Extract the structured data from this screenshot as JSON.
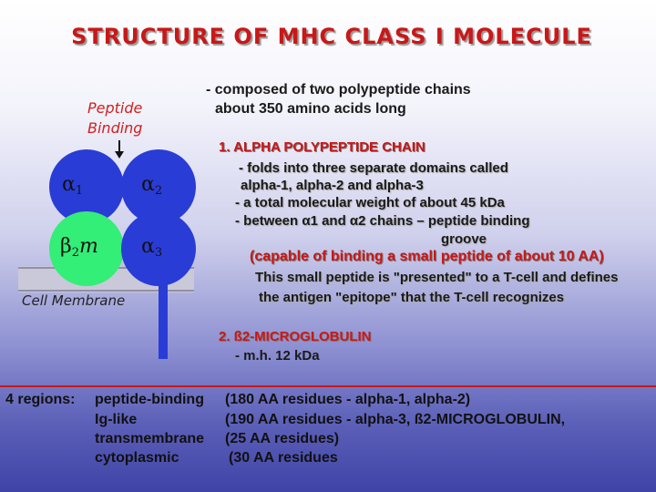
{
  "title": "STRUCTURE OF MHC CLASS I MOLECULE",
  "intro": {
    "line1": "- composed of two polypeptide chains",
    "line2": "about 350 amino acids long"
  },
  "diagram": {
    "peptide_label": "Peptide",
    "binding_label": "Binding",
    "arrow_glyph": "↓",
    "alpha1": {
      "symbol": "α",
      "sub": "1"
    },
    "alpha2": {
      "symbol": "α",
      "sub": "2"
    },
    "alpha3": {
      "symbol": "α",
      "sub": "3"
    },
    "b2m": {
      "symbol": "β",
      "sub": "2",
      "suffix": "m"
    },
    "cell_membrane": "Cell Membrane",
    "colors": {
      "alpha_domain": "#2a3cd6",
      "b2m_domain": "#33ee77",
      "membrane_band": "#c9c9d9",
      "membrane_line": "#9090a8"
    }
  },
  "section1": {
    "heading": "1. ALPHA POLYPEPTIDE CHAIN",
    "lines": [
      "- folds into three separate domains called",
      "alpha-1, alpha-2 and alpha-3",
      "- a total molecular weight of about 45 kDa",
      "- between α1 and α2 chains – peptide binding",
      "groove"
    ],
    "highlight": "(capable of binding a small peptide of about 10 AA)",
    "note_line1": "This small peptide is \"presented\" to a T-cell and defines",
    "note_line2": "the antigen \"epitope\" that the T-cell recognizes"
  },
  "section2": {
    "heading": "2. ß2-MICROGLOBULIN",
    "line": "- m.h. 12 kDa"
  },
  "regions": {
    "lead": "4 regions:",
    "rows": [
      {
        "name": "peptide-binding",
        "detail": "(180 AA residues - alpha-1, alpha-2)"
      },
      {
        "name": "Ig-like",
        "detail": "(190 AA residues - alpha-3, ß2-MICROGLOBULIN,"
      },
      {
        "name": "transmembrane",
        "detail": "(25 AA residues)"
      },
      {
        "name": "cytoplasmic",
        "detail": "(30 AA residues"
      }
    ]
  }
}
